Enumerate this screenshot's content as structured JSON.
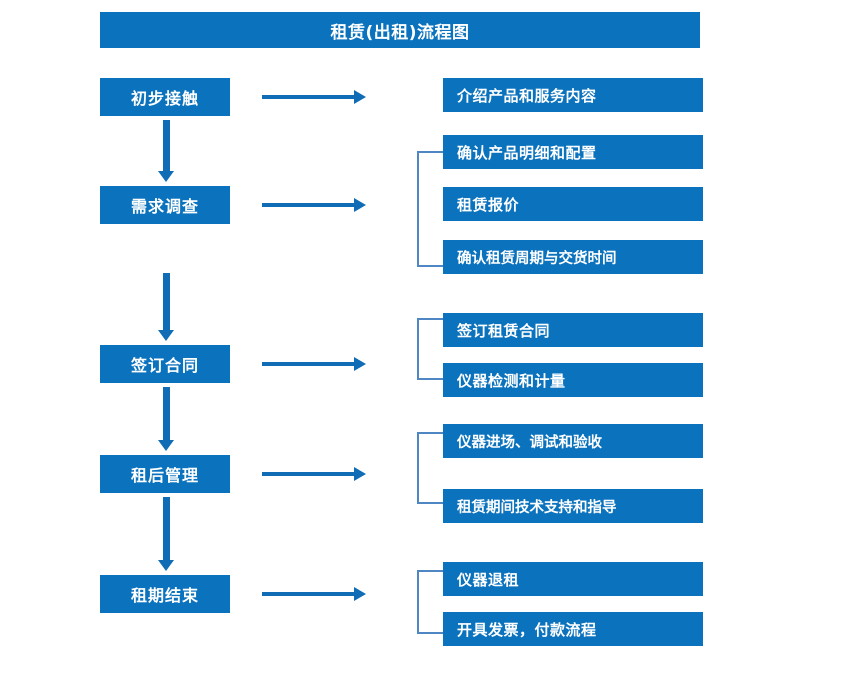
{
  "diagram": {
    "title": "租赁(出租)流程图",
    "colors": {
      "box_blue": "#0b72bd",
      "arrow_blue": "#0f6cb5",
      "bracket_blue": "#4f87c4",
      "text": "#ffffff",
      "background": "#ffffff"
    },
    "stages": [
      {
        "id": "stage-1",
        "label": "初步接触"
      },
      {
        "id": "stage-2",
        "label": "需求调查"
      },
      {
        "id": "stage-3",
        "label": "签订合同"
      },
      {
        "id": "stage-4",
        "label": "租后管理"
      },
      {
        "id": "stage-5",
        "label": "租期结束"
      }
    ],
    "details": [
      {
        "id": "detail-1",
        "label": "介绍产品和服务内容"
      },
      {
        "id": "detail-2",
        "label": "确认产品明细和配置"
      },
      {
        "id": "detail-3",
        "label": "租赁报价"
      },
      {
        "id": "detail-4",
        "label": "确认租赁周期与交货时间"
      },
      {
        "id": "detail-5",
        "label": "签订租赁合同"
      },
      {
        "id": "detail-6",
        "label": "仪器检测和计量"
      },
      {
        "id": "detail-7",
        "label": "仪器进场、调试和验收"
      },
      {
        "id": "detail-8",
        "label": "租赁期间技术支持和指导"
      },
      {
        "id": "detail-9",
        "label": "仪器退租"
      },
      {
        "id": "detail-10",
        "label": "开具发票，付款流程"
      }
    ],
    "groups": [
      {
        "stage": "初步接触",
        "items": [
          "介绍产品和服务内容"
        ],
        "bracketed": false
      },
      {
        "stage": "需求调查",
        "items": [
          "确认产品明细和配置",
          "租赁报价",
          "确认租赁周期与交货时间"
        ],
        "bracketed": true
      },
      {
        "stage": "签订合同",
        "items": [
          "签订租赁合同",
          "仪器检测和计量"
        ],
        "bracketed": true
      },
      {
        "stage": "租后管理",
        "items": [
          "仪器进场、调试和验收",
          "租赁期间技术支持和指导"
        ],
        "bracketed": true
      },
      {
        "stage": "租期结束",
        "items": [
          "仪器退租",
          "开具发票，付款流程"
        ],
        "bracketed": true
      }
    ],
    "flow_arrows": {
      "vertical_count": 4,
      "horizontal_count": 5,
      "direction_vertical": "down",
      "direction_horizontal": "right"
    }
  }
}
